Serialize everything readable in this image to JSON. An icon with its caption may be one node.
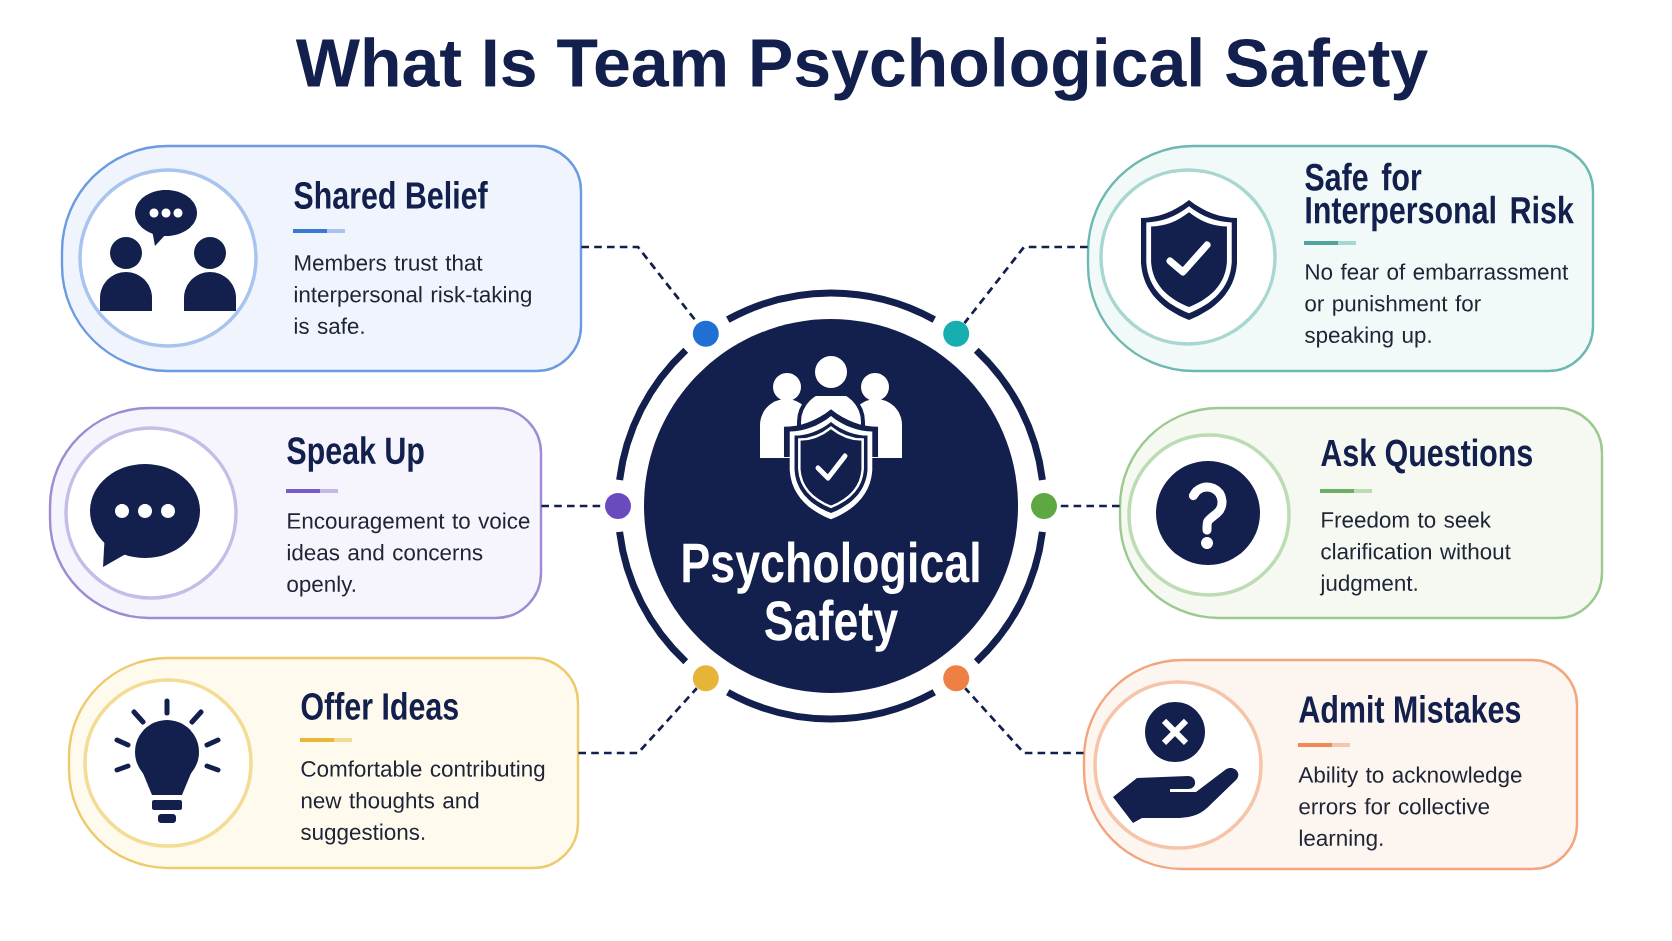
{
  "diagram": {
    "title": "What Is Team Psychological Safety",
    "nodes": [
      {
        "text": [
          "Shared Belief",
          "Members trust that interpersonal risk-taking is safe."
        ]
      },
      {
        "text": [
          "Speak Up",
          "Encouragement to voice ideas and concerns openly."
        ]
      },
      {
        "text": [
          "Offer Ideas",
          "Comfortable contributing new thoughts and suggestions."
        ]
      },
      {
        "text": [
          "Psychological Safety"
        ]
      },
      {
        "text": [
          "Safe for Interpersonal Risk",
          "No fear of embarrassment or punishment for speaking up."
        ]
      },
      {
        "text": [
          "Ask Questions",
          "Freedom to seek clarification without judgment."
        ]
      },
      {
        "text": [
          "Admit Mistakes",
          "Ability to acknowledge errors for collective learning."
        ]
      },
      {
        "text": [],
        "shape": "circle"
      },
      {
        "text": [],
        "shape": "circle"
      },
      {
        "text": [],
        "shape": "circle"
      },
      {
        "text": [],
        "shape": "circle"
      },
      {
        "text": [],
        "shape": "circle"
      },
      {
        "text": [],
        "shape": "circle"
      }
    ],
    "edges": [
      {
        "from": 0,
        "to": 7,
        "arrow": "none",
        "style": "dashed"
      },
      {
        "from": 1,
        "to": 8,
        "arrow": "none",
        "style": "dashed"
      },
      {
        "from": 2,
        "to": 9,
        "arrow": "none",
        "style": "dashed"
      },
      {
        "from": 4,
        "to": 10,
        "arrow": "none",
        "style": "dashed"
      },
      {
        "from": 5,
        "to": 11,
        "arrow": "none",
        "style": "dashed"
      },
      {
        "from": 6,
        "to": 12,
        "arrow": "none",
        "style": "dashed"
      }
    ]
  }
}
